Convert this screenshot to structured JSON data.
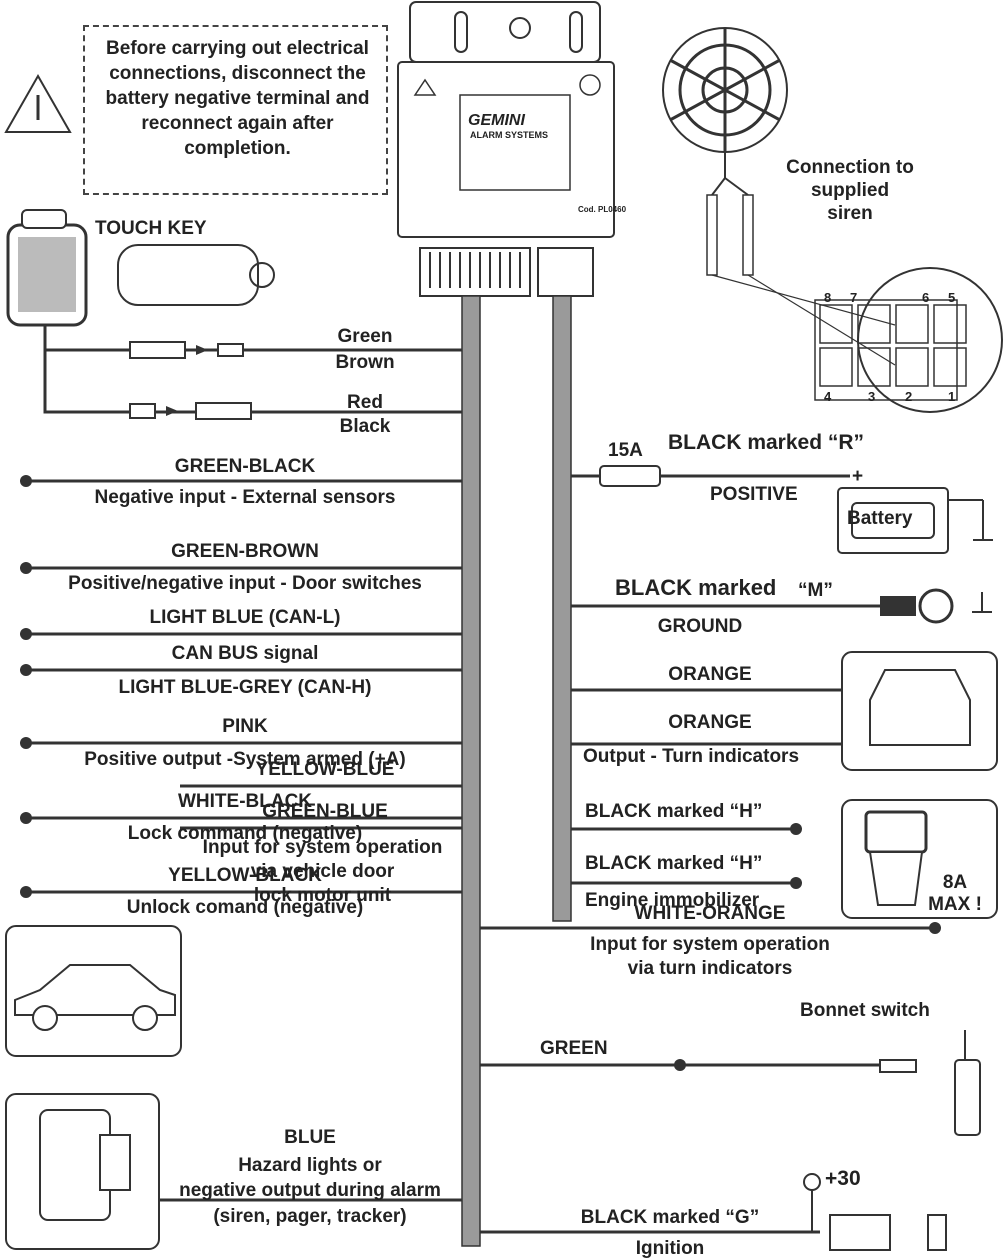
{
  "warning": {
    "text": "Before carrying out electrical connections, disconnect the battery negative terminal and reconnect again after completion."
  },
  "module": {
    "brand": "GEMINI",
    "subbrand": "ALARM SYSTEMS",
    "code": "Cod. PL0460"
  },
  "touch_key": {
    "label": "TOUCH KEY"
  },
  "siren": {
    "label_1": "Connection to",
    "label_2": "supplied",
    "label_3": "siren"
  },
  "connector_pins": [
    "8",
    "7",
    "6",
    "5",
    "4",
    "3",
    "2",
    "1"
  ],
  "left_wires": {
    "green": "Green",
    "brown": "Brown",
    "red": "Red",
    "black": "Black",
    "green_black": "GREEN-BLACK",
    "green_black_desc": "Negative input - External sensors",
    "green_brown": "GREEN-BROWN",
    "green_brown_desc": "Positive/negative input - Door switches",
    "light_blue": "LIGHT BLUE (CAN-L)",
    "can_bus": "CAN BUS signal",
    "light_blue_grey": "LIGHT BLUE-GREY (CAN-H)",
    "pink": "PINK",
    "pink_desc": "Positive output -System armed (+A)",
    "white_black": "WHITE-BLACK",
    "white_black_desc": "Lock command (negative)",
    "yellow_black": "YELLOW-BLACK",
    "yellow_black_desc": "Unlock comand (negative)",
    "yellow_blue": "YELLOW-BLUE",
    "green_blue": "GREEN-BLUE",
    "door_1": "Input for system operation",
    "door_2": "via vehicle door",
    "door_3": "lock motor unit",
    "blue": "BLUE",
    "hazard_1": "Hazard lights or",
    "hazard_2": "negative output during alarm",
    "hazard_3": "(siren, pager, tracker)"
  },
  "right_wires": {
    "fuse": "15A",
    "black_r": "BLACK marked “R”",
    "positive": "POSITIVE",
    "battery": "Battery",
    "plus": "+",
    "black_m": "BLACK marked",
    "black_m_mark": "“M”",
    "ground": "GROUND",
    "orange_1": "ORANGE",
    "orange_2": "ORANGE",
    "turn_desc": "Output - Turn indicators",
    "black_h_1": "BLACK marked “H”",
    "black_h_2": "BLACK marked “H”",
    "immobilizer": "Engine immobilizer",
    "max_1": "8A",
    "max_2": "MAX !",
    "white_orange": "WHITE-ORANGE",
    "turn_input_1": "Input for system operation",
    "turn_input_2": "via turn indicators",
    "bonnet": "Bonnet switch",
    "green": "GREEN",
    "plus30": "+30",
    "black_g": "BLACK marked “G”",
    "ignition": "Ignition"
  }
}
